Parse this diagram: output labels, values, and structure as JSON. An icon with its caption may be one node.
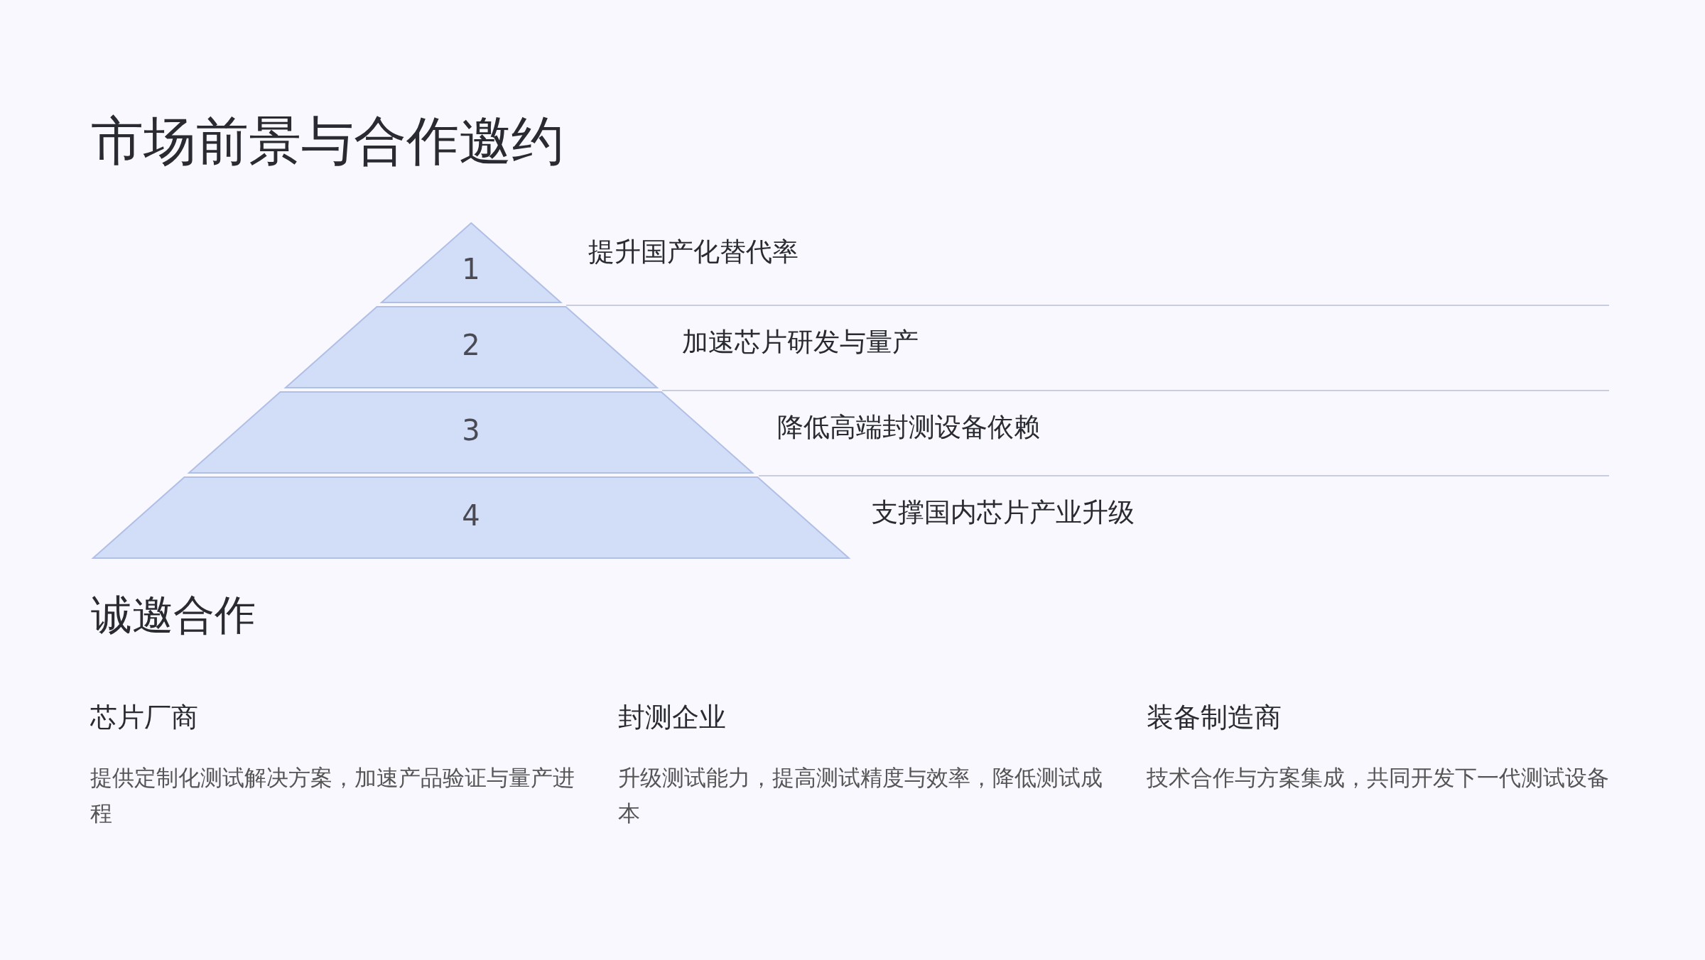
{
  "diagram": {
    "title": "市场前景与合作邀约",
    "nodes": [
      {
        "text": [
          "1"
        ],
        "beside": [
          "提升国产化替代率"
        ]
      },
      {
        "text": [
          "2"
        ],
        "beside": [
          "加速芯片研发与量产"
        ]
      },
      {
        "text": [
          "3"
        ],
        "beside": [
          "降低高端封测设备依赖"
        ]
      },
      {
        "text": [
          "4"
        ],
        "beside": [
          "支撑国内芯片产业升级"
        ]
      }
    ],
    "labels": [
      "诚邀合作",
      "芯片厂商",
      "提供定制化测试解决方案，加速产品验证与量产进程",
      "封测企业",
      "升级测试能力，提高测试精度与效率，降低测试成本",
      "装备制造商",
      "技术合作与方案集成，共同开发下一代测试设备"
    ]
  }
}
